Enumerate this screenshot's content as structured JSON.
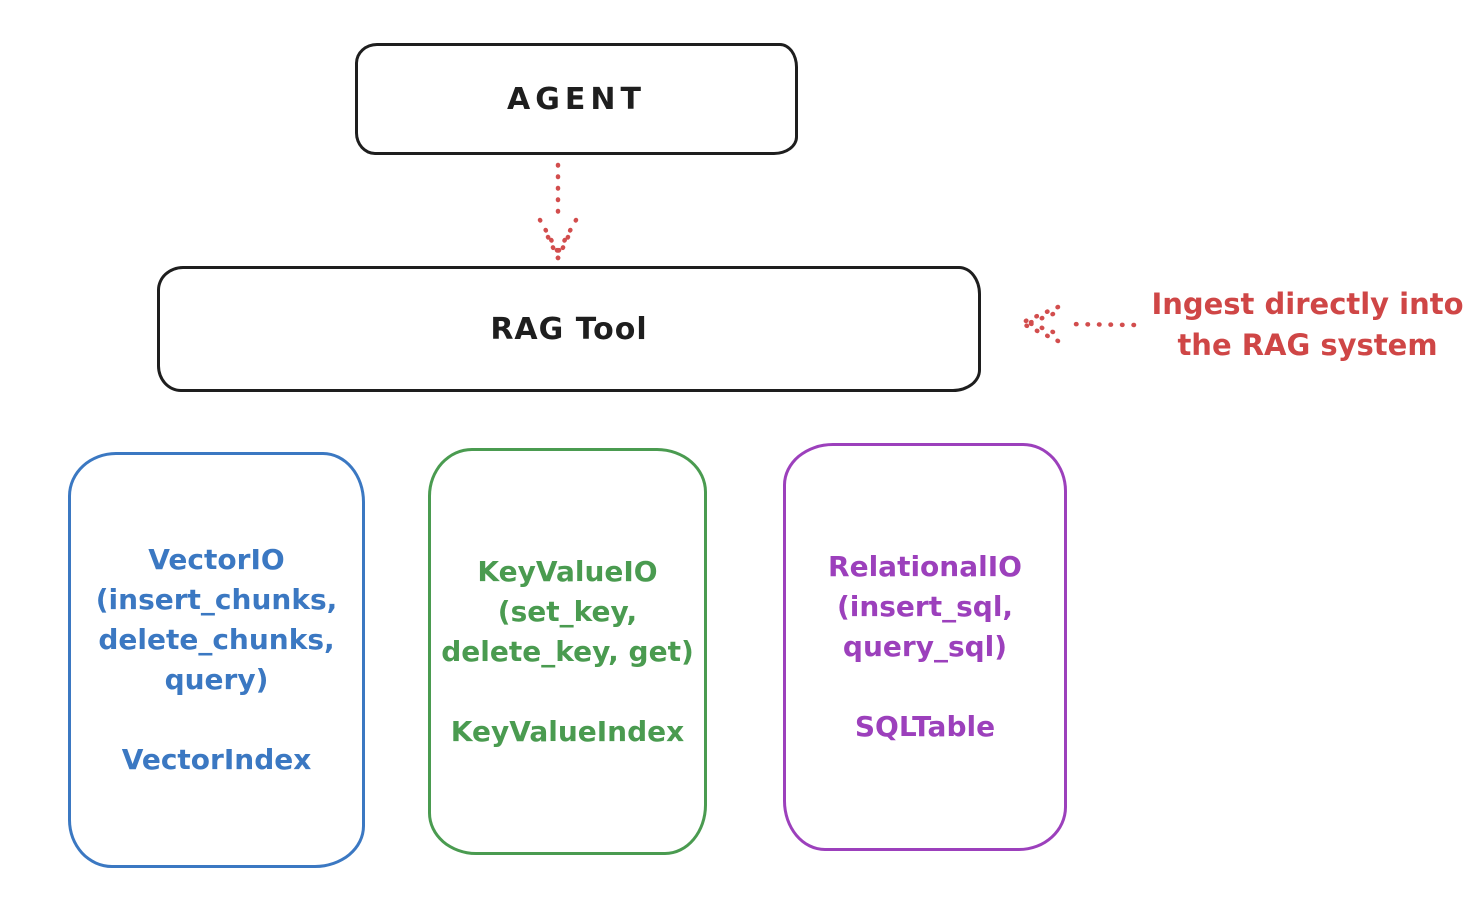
{
  "colors": {
    "ink": "#1e1e1e",
    "red": "#cf4646",
    "blue": "#3b78c2",
    "green": "#4a9b50",
    "purple": "#9c40bc",
    "background": "#ffffff"
  },
  "agent_box": {
    "label": "AGENT"
  },
  "rag_tool_box": {
    "label": "RAG Tool"
  },
  "annotation": {
    "line1": "Ingest directly into",
    "line2": "the RAG system"
  },
  "io_boxes": [
    {
      "name": "vector-io",
      "color": "#3b78c2",
      "lines": [
        "VectorIO",
        "(insert_chunks,",
        "delete_chunks,",
        "query)"
      ],
      "index_label": "VectorIndex"
    },
    {
      "name": "keyvalue-io",
      "color": "#4a9b50",
      "lines": [
        "KeyValueIO",
        "(set_key,",
        "delete_key, get)"
      ],
      "index_label": "KeyValueIndex"
    },
    {
      "name": "relational-io",
      "color": "#9c40bc",
      "lines": [
        "RelationalIO",
        "(insert_sql,",
        "query_sql)"
      ],
      "index_label": "SQLTable"
    }
  ]
}
